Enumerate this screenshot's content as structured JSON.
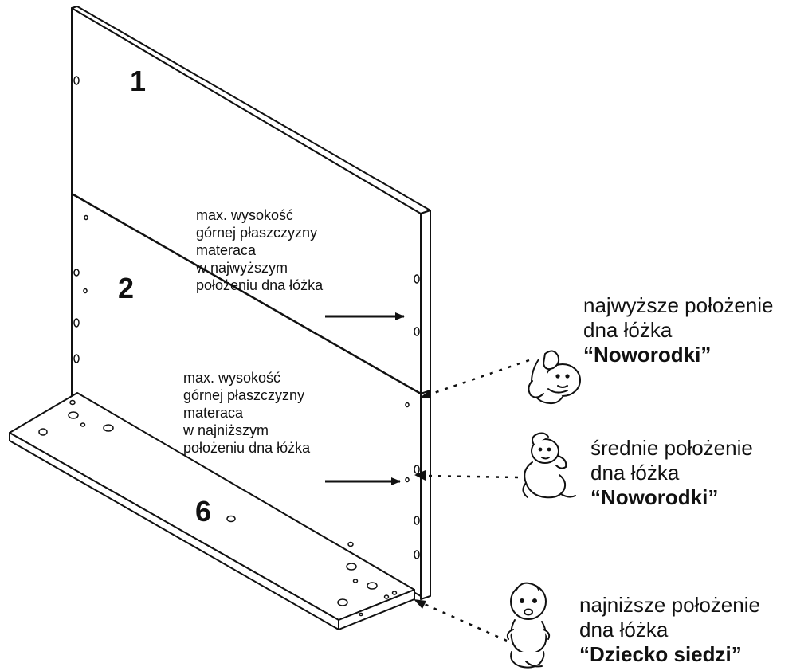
{
  "parts": {
    "p1": "1",
    "p2": "2",
    "p6": "6"
  },
  "notes": {
    "top": {
      "line1": "max. wysokość",
      "line2": "górnej płaszczyzny",
      "line3": "materaca",
      "line4": "w najwyższym",
      "line5": "położeniu dna łóżka"
    },
    "bottom": {
      "line1": "max. wysokość",
      "line2": "górnej płaszczyzny",
      "line3": "materaca",
      "line4": "w najniższym",
      "line5": "położeniu dna łóżka"
    }
  },
  "positions": {
    "highest": {
      "line1": "najwyższe położenie",
      "line2": "dna łóżka",
      "label": "“Noworodki”"
    },
    "middle": {
      "line1": "średnie położenie",
      "line2": "dna łóżka",
      "label": "“Noworodki”"
    },
    "lowest": {
      "line1": "najniższe położenie",
      "line2": "dna łóżka",
      "label": "“Dziecko siedzi”"
    }
  },
  "icons": {
    "baby_top": "newborn-lying-icon",
    "baby_middle": "infant-crawling-icon",
    "baby_bottom": "child-sitting-icon"
  },
  "colors": {
    "line": "#111111",
    "background": "#ffffff"
  }
}
